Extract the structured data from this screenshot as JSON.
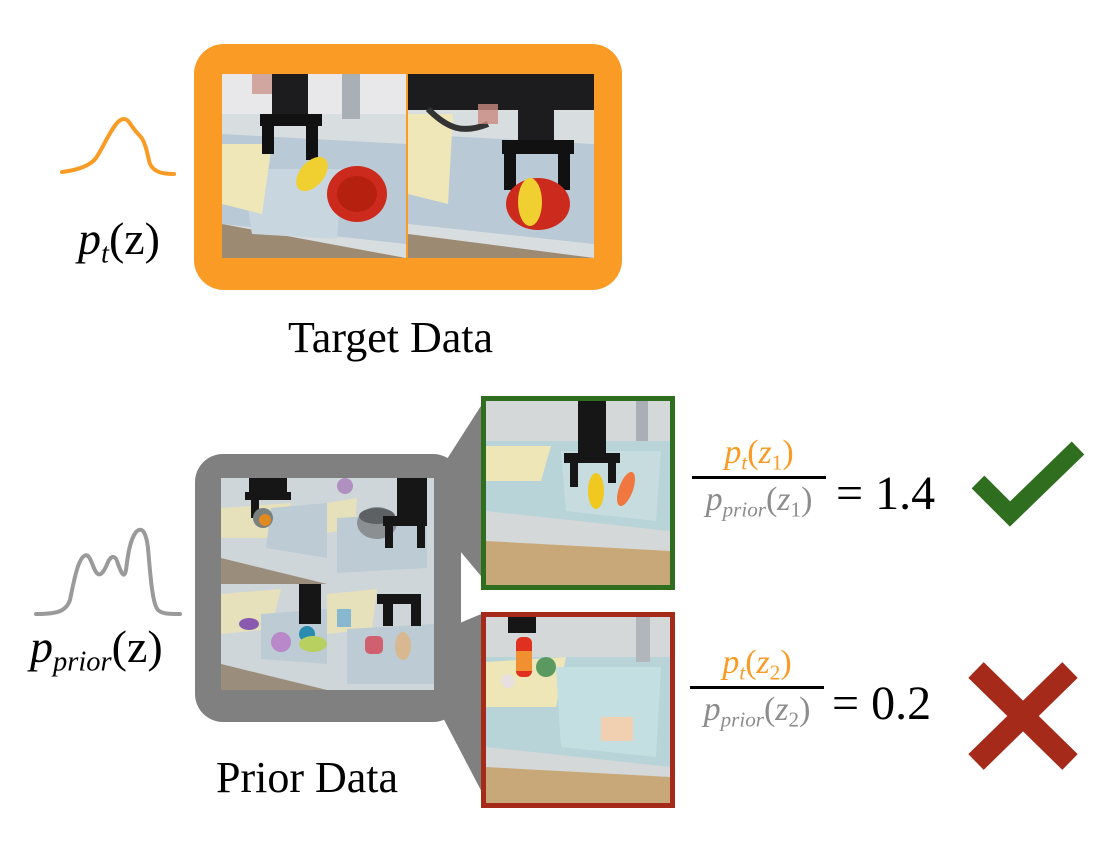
{
  "target": {
    "density_label": {
      "p": "p",
      "sub": "t",
      "arg": "(z)"
    },
    "caption": "Target Data",
    "frame_color": "#f99b25",
    "curve_color": "#f99b25",
    "images": [
      {
        "desc": "robot gripper above yellow corn toy next to red plate in toy sink"
      },
      {
        "desc": "robot gripper placing yellow corn onto red plate in toy sink"
      }
    ]
  },
  "prior": {
    "density_label": {
      "p": "p",
      "sub": "prior",
      "arg": "(z)"
    },
    "caption": "Prior Data",
    "frame_color": "#808080",
    "curve_color": "#9a9a9a",
    "images": [
      {
        "desc": "gripper over dish rack with orange object"
      },
      {
        "desc": "gripper next to metal pot in sink"
      },
      {
        "desc": "gripper over sink with purple ball and green plate"
      },
      {
        "desc": "gripper above sink with pink sponge and bread"
      }
    ]
  },
  "examples": [
    {
      "border_color": "#2e6e1e",
      "desc": "gripper grasping corn near carrot in sink",
      "numerator": {
        "p": "p",
        "sub": "t",
        "arg_open": "(z",
        "idx": "1",
        "arg_close": ")"
      },
      "denominator": {
        "p": "p",
        "sub": "prior",
        "arg_open": "(z",
        "idx": "1",
        "arg_close": ")"
      },
      "equals": "=",
      "value": "1.4",
      "verdict_icon": "checkmark-icon",
      "verdict_color": "#2e6e1e"
    },
    {
      "border_color": "#a52a1a",
      "desc": "gripper holding ketchup bottle over dish rack, sponge in sink",
      "numerator": {
        "p": "p",
        "sub": "t",
        "arg_open": "(z",
        "idx": "2",
        "arg_close": ")"
      },
      "denominator": {
        "p": "p",
        "sub": "prior",
        "arg_open": "(z",
        "idx": "2",
        "arg_close": ")"
      },
      "equals": "=",
      "value": "0.2",
      "verdict_icon": "cross-icon",
      "verdict_color": "#a52a1a"
    }
  ],
  "colors": {
    "target_orange": "#f99b25",
    "prior_gray": "#808080",
    "accept_green": "#2e6e1e",
    "reject_red": "#a52a1a"
  }
}
